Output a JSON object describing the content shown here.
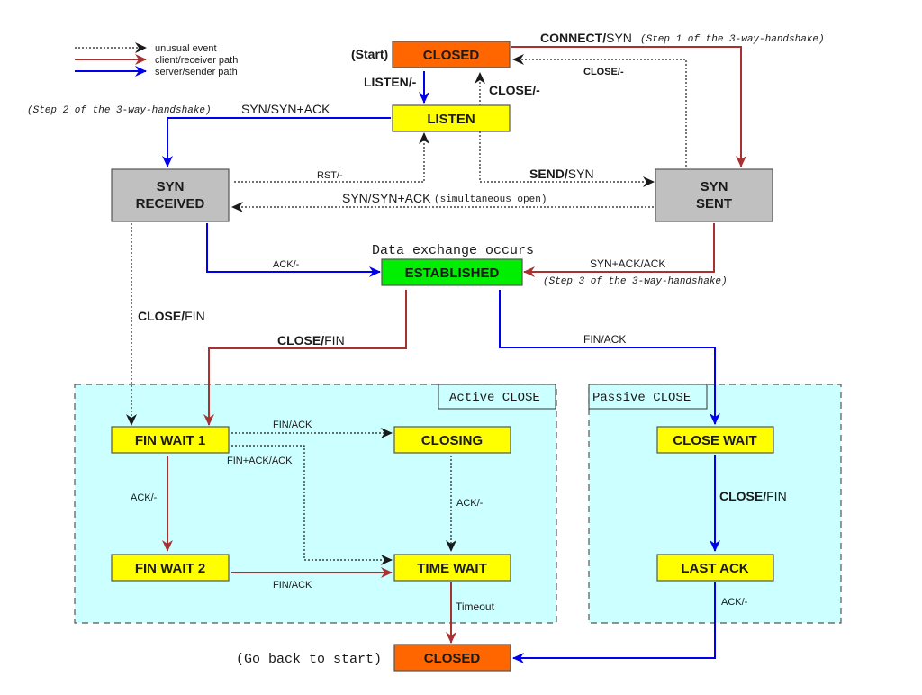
{
  "legend": {
    "items": [
      {
        "kind": "unusual",
        "label": "unusual event"
      },
      {
        "kind": "client",
        "label": "client/receiver path"
      },
      {
        "kind": "server",
        "label": "server/sender path"
      }
    ]
  },
  "colors": {
    "client_path": "#a83232",
    "server_path": "#0000ee",
    "unusual_path": "#1a1a1a",
    "state_closed": "#ff6600",
    "state_normal": "#ffff00",
    "state_syn": "#c0c0c0",
    "state_established": "#00ee00",
    "region_fill": "#ccffff",
    "region_border": "#555555"
  },
  "states": {
    "closed_start": "CLOSED",
    "listen": "LISTEN",
    "syn_received_line1": "SYN",
    "syn_received_line2": "RECEIVED",
    "syn_sent_line1": "SYN",
    "syn_sent_line2": "SENT",
    "established": "ESTABLISHED",
    "fin_wait_1": "FIN WAIT 1",
    "fin_wait_2": "FIN WAIT 2",
    "closing": "CLOSING",
    "time_wait": "TIME WAIT",
    "close_wait": "CLOSE WAIT",
    "last_ack": "LAST ACK",
    "closed_end": "CLOSED"
  },
  "annotations": {
    "start": "(Start)",
    "go_back": "(Go back to start)",
    "data_exchange": "Data exchange occurs",
    "step1": "(Step 1 of the 3-way-handshake)",
    "step2": "(Step 2 of the 3-way-handshake)",
    "step3": "(Step 3 of the 3-way-handshake)",
    "simultaneous_open": "(simultaneous open)",
    "active_close": "Active CLOSE",
    "passive_close": "Passive CLOSE"
  },
  "transitions": {
    "connect_syn": {
      "event": "CONNECT/",
      "action": "SYN"
    },
    "listen": {
      "event": "LISTEN/-"
    },
    "close_from_listen": {
      "event": "CLOSE/-"
    },
    "close_from_synsent": {
      "event": "CLOSE/-"
    },
    "syn_synack": "SYN/SYN+ACK",
    "rst": "RST/-",
    "send_syn": {
      "event": "SEND/",
      "action": "SYN"
    },
    "syn_synack_simul": "SYN/SYN+ACK",
    "ack_to_established": "ACK/-",
    "synack_ack": "SYN+ACK/ACK",
    "close_fin_synrcvd": {
      "event": "CLOSE/",
      "action": "FIN"
    },
    "close_fin_established": {
      "event": "CLOSE/",
      "action": "FIN"
    },
    "fin_ack_passive": "FIN/ACK",
    "fin_ack_closing": "FIN/ACK",
    "finack_ack": "FIN+ACK/ACK",
    "ack_finwait2": "ACK/-",
    "ack_closing": "ACK/-",
    "fin_ack_timewait": "FIN/ACK",
    "timeout": "Timeout",
    "close_fin_closewait": {
      "event": "CLOSE/",
      "action": "FIN"
    },
    "ack_lastack": "ACK/-"
  }
}
